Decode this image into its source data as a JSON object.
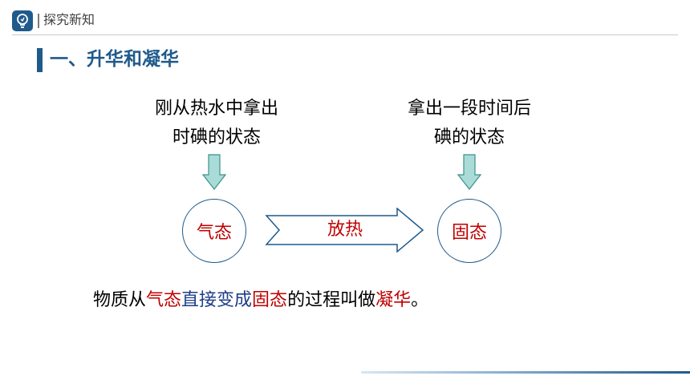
{
  "header": {
    "title": "探究新知"
  },
  "section": {
    "title": "一、升华和凝华"
  },
  "diagram": {
    "left_caption": [
      "刚从热水中拿出",
      "时碘的状态"
    ],
    "right_caption": [
      "拿出一段时间后",
      "碘的状态"
    ],
    "left_state": "气态",
    "right_state": "固态",
    "process_label": "放热"
  },
  "sentence": {
    "p1": "物质从",
    "p2": "气态",
    "p3": "直接变成",
    "p4": "固态",
    "p5": "的过程叫做",
    "p6": "凝华",
    "p7": "。"
  },
  "colors": {
    "brand": "#1f5a8c",
    "highlight_red": "#c00000",
    "highlight_blue": "#1f3c88",
    "arrow_fill": "#a9dcd8"
  }
}
